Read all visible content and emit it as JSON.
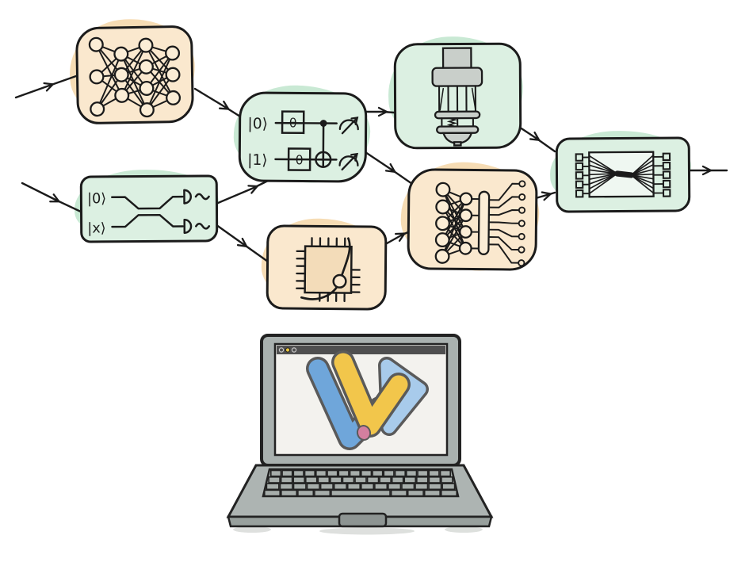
{
  "colors": {
    "ink": "#1b1b1b",
    "peach_fill": "#FAE8CE",
    "peach_halo": "#F6DCB4",
    "green_fill": "#DCF0E2",
    "green_halo": "#C9E9D4",
    "laptop_gray": "#A9B1AF",
    "laptop_dark_gray": "#8F9693",
    "screen_white": "#F3F2EE",
    "titlebar_gray": "#4F4F4F",
    "logo_blue": "#6FA6DA",
    "logo_light_blue": "#A8CBEB",
    "logo_yellow": "#F2C64B",
    "logo_pink": "#D37F9F"
  },
  "circuit": {
    "ket0": "|0⟩",
    "ket1": "|1⟩",
    "theta1": "θ",
    "theta2": "θ"
  },
  "interferometer": {
    "ket0": "|0⟩",
    "ketx": "|x⟩"
  },
  "diagram": {
    "nodes": [
      {
        "id": "neural-network",
        "icon": "neural-network-icon",
        "fill": "peach"
      },
      {
        "id": "photonic-interferometer",
        "icon": "beam-splitter-detectors-icon",
        "fill": "green",
        "labels": [
          "|0⟩",
          "|x⟩"
        ]
      },
      {
        "id": "variational-quantum-circuit",
        "icon": "quantum-circuit-icon",
        "fill": "green",
        "labels": [
          "|0⟩",
          "|1⟩",
          "θ",
          "θ"
        ]
      },
      {
        "id": "microchip",
        "icon": "chip-icon",
        "fill": "peach"
      },
      {
        "id": "cryostat",
        "icon": "cryostat-icon",
        "fill": "green"
      },
      {
        "id": "neural-network-readout",
        "icon": "nn-to-wires-icon",
        "fill": "peach"
      },
      {
        "id": "photonic-chip",
        "icon": "waveguide-bowtie-icon",
        "fill": "green"
      },
      {
        "id": "laptop",
        "icon": "tensorflow-quantum-logo",
        "fill": "gray"
      }
    ],
    "edges": [
      [
        "input-top",
        "neural-network"
      ],
      [
        "neural-network",
        "variational-quantum-circuit"
      ],
      [
        "input-bottom",
        "photonic-interferometer"
      ],
      [
        "photonic-interferometer",
        "variational-quantum-circuit"
      ],
      [
        "photonic-interferometer",
        "microchip"
      ],
      [
        "variational-quantum-circuit",
        "cryostat"
      ],
      [
        "variational-quantum-circuit",
        "neural-network-readout"
      ],
      [
        "microchip",
        "neural-network-readout"
      ],
      [
        "cryostat",
        "photonic-chip"
      ],
      [
        "neural-network-readout",
        "photonic-chip"
      ],
      [
        "photonic-chip",
        "output"
      ]
    ]
  },
  "laptop": {
    "window_controls": [
      "dot",
      "dot-yellow",
      "dot"
    ],
    "screen_logo": "tensorflow-quantum-logo"
  }
}
